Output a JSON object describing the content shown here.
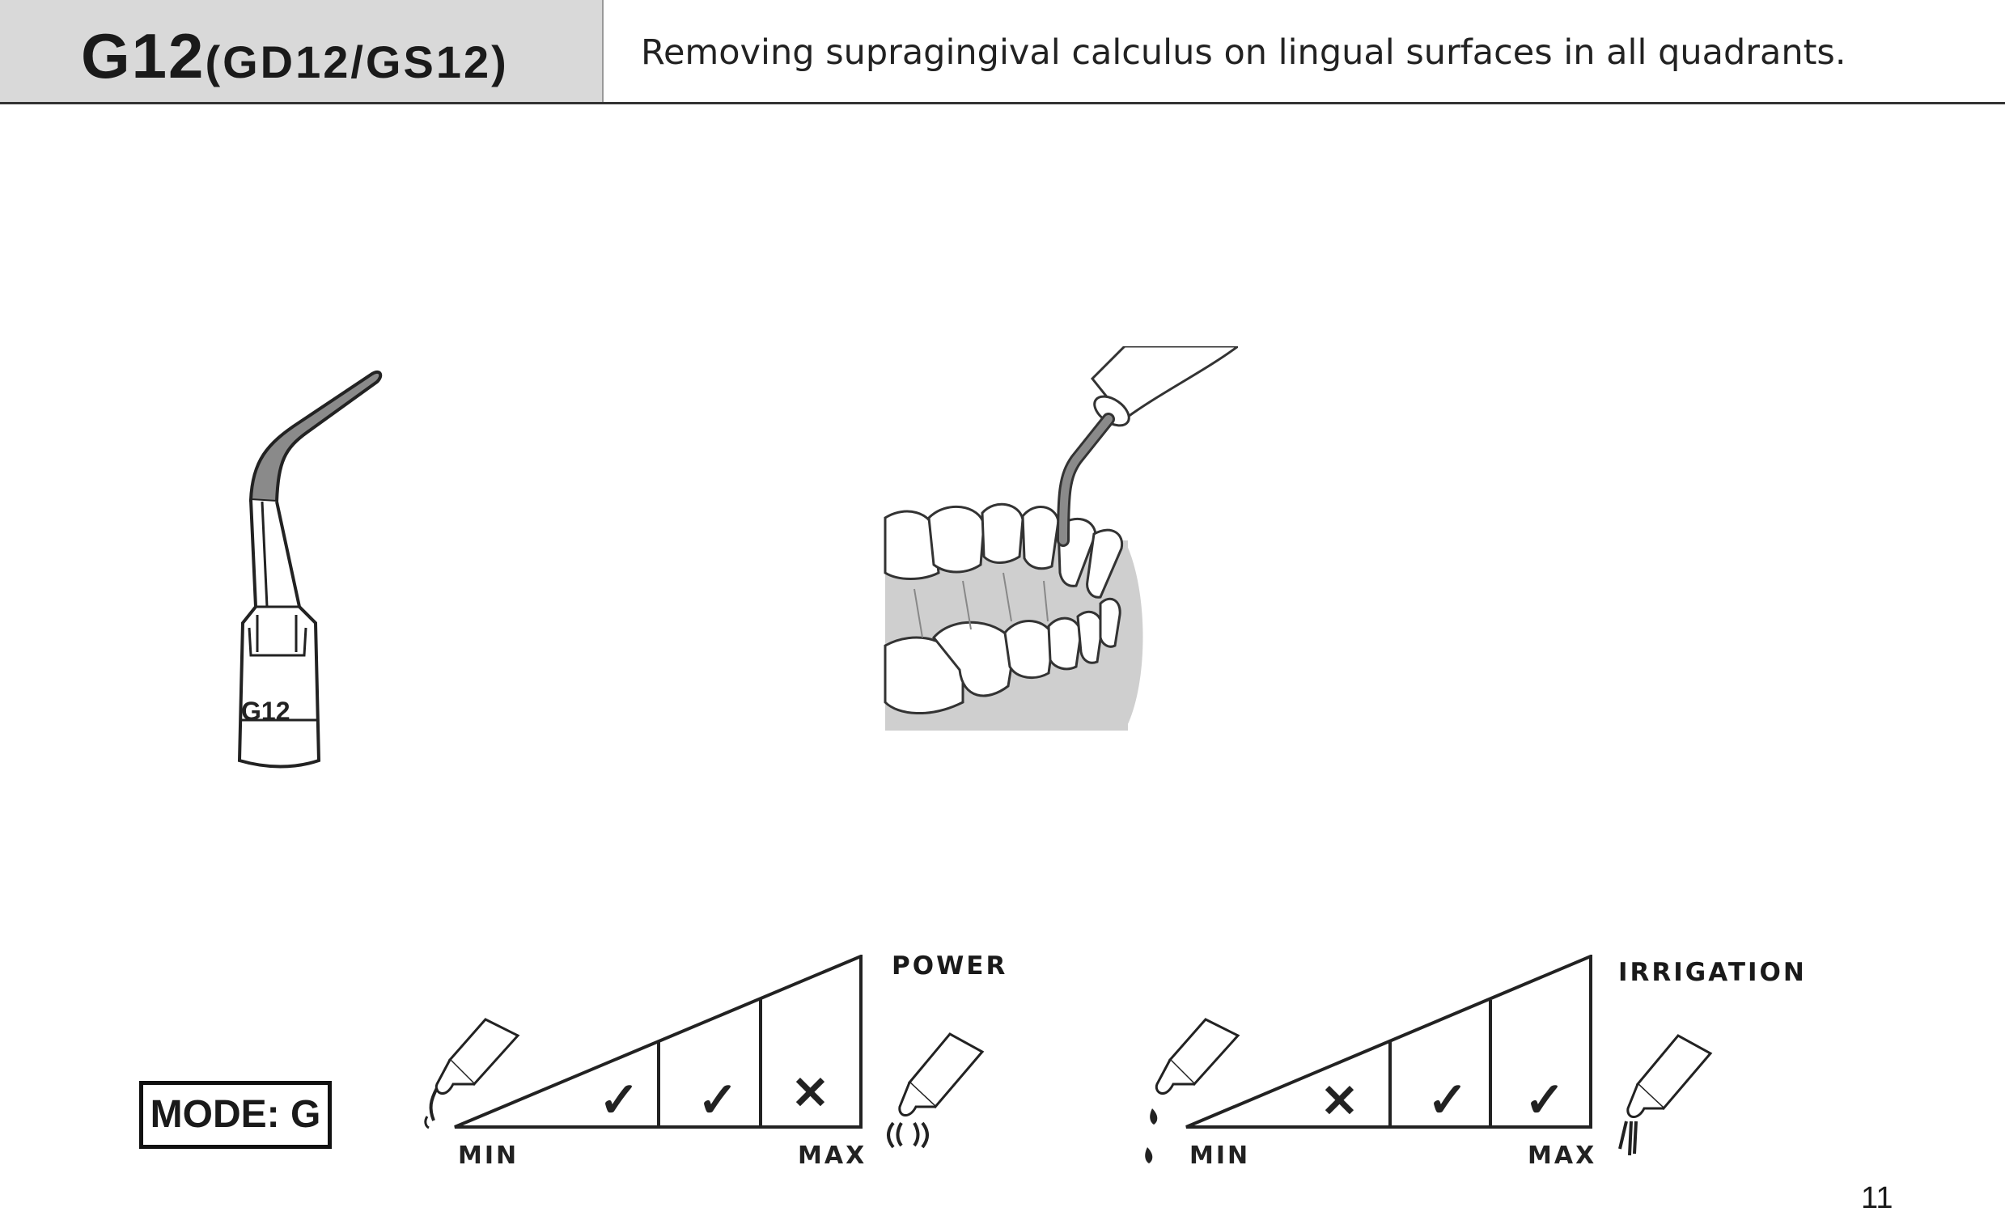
{
  "header": {
    "model": "G12",
    "variants": "(GD12/GS12)",
    "description": "Removing supragingival calculus on lingual surfaces in all quadrants."
  },
  "tip_figure": {
    "engraving": "G12"
  },
  "mode": {
    "label": "MODE: G"
  },
  "power_scale": {
    "title": "POWER",
    "min_label": "MIN",
    "max_label": "MAX",
    "levels": [
      "✓",
      "✓",
      "✕"
    ]
  },
  "irrigation_scale": {
    "title": "IRRIGATION",
    "min_label": "MIN",
    "max_label": "MAX",
    "levels": [
      "✕",
      "✓",
      "✓"
    ]
  },
  "page": {
    "number": "11"
  },
  "colors": {
    "header_bg": "#d9d9d9",
    "tip_gray": "#8a8a8a",
    "gum_gray": "#cfcfcf"
  }
}
